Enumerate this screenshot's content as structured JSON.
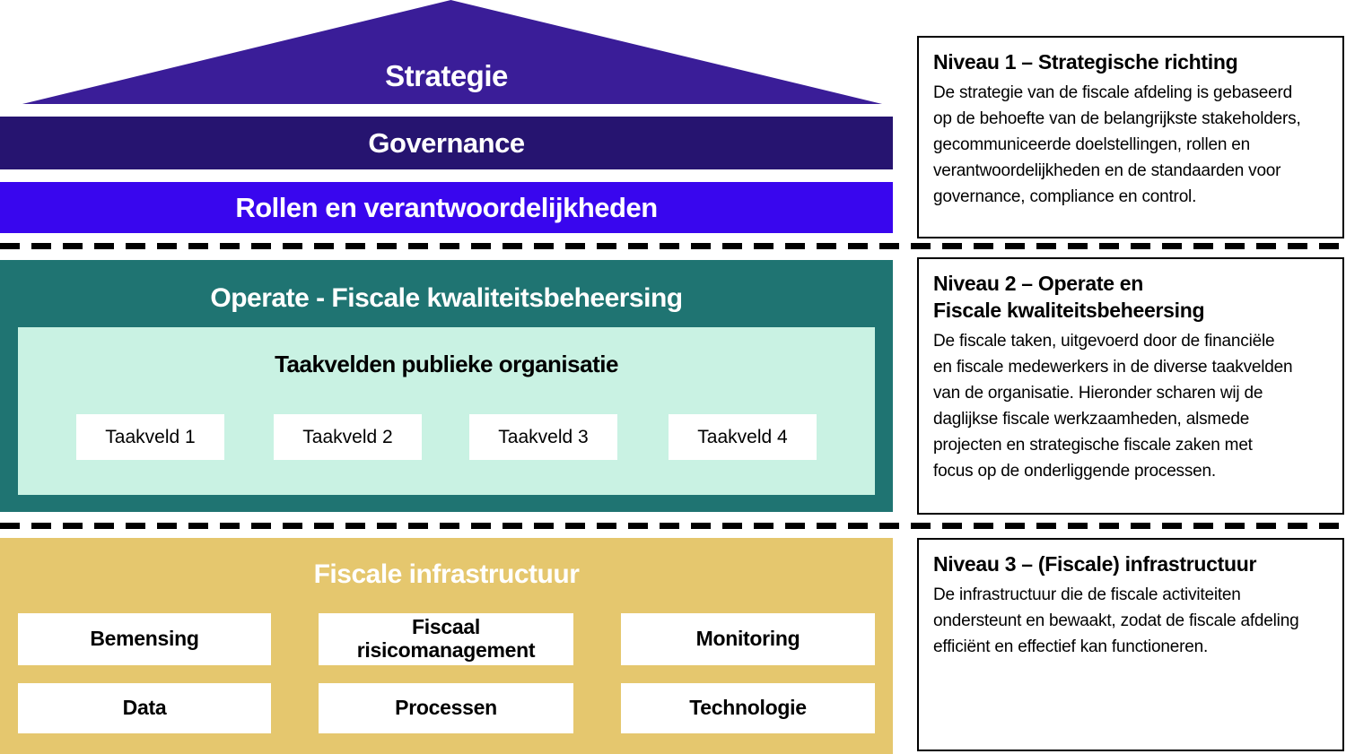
{
  "diagram": {
    "strategie": "Strategie",
    "governance": "Governance",
    "rollen": "Rollen en verantwoordelijkheden",
    "operate": {
      "title": "Operate - Fiscale kwaliteitsbeheersing",
      "taakvelden_title": "Taakvelden publieke organisatie",
      "taakvelden": [
        "Taakveld 1",
        "Taakveld 2",
        "Taakveld 3",
        "Taakveld 4"
      ]
    },
    "infrastructuur": {
      "title": "Fiscale infrastructuur",
      "row1": [
        "Bemensing",
        "Fiscaal\nrisicomanagement",
        "Monitoring"
      ],
      "row2": [
        "Data",
        "Processen",
        "Technologie"
      ]
    }
  },
  "panels": [
    {
      "title": "Niveau 1 – Strategische richting",
      "body": "De strategie van de fiscale afdeling is gebaseerd\nop de behoefte van de belangrijkste stakeholders,\ngecommuniceerde doelstellingen, rollen en\nverantwoordelijkheden en de standaarden voor\ngovernance, compliance en control."
    },
    {
      "title": "Niveau 2 – Operate en\nFiscale kwaliteitsbeheersing",
      "body": "De fiscale taken, uitgevoerd door de financiële\nen fiscale medewerkers in de diverse taakvelden\nvan de organisatie. Hieronder scharen wij de\ndaglijkse fiscale werkzaamheden, alsmede\nprojecten en strategische fiscale zaken met\nfocus op de onderliggende processen."
    },
    {
      "title": "Niveau 3 – (Fiscale) infrastructuur",
      "body": "De infrastructuur die de fiscale activiteiten\nondersteunt en bewaakt, zodat de fiscale afdeling\nefficiënt en effectief kan functioneren."
    }
  ],
  "colors": {
    "roof_purple": "#3a1d98",
    "governance_navy": "#261470",
    "rollen_blue": "#3906ee",
    "teal": "#1f7472",
    "mint": "#c9f2e3",
    "gold": "#e5c76e",
    "box_white": "#ffffff",
    "separator_black": "#000000"
  }
}
